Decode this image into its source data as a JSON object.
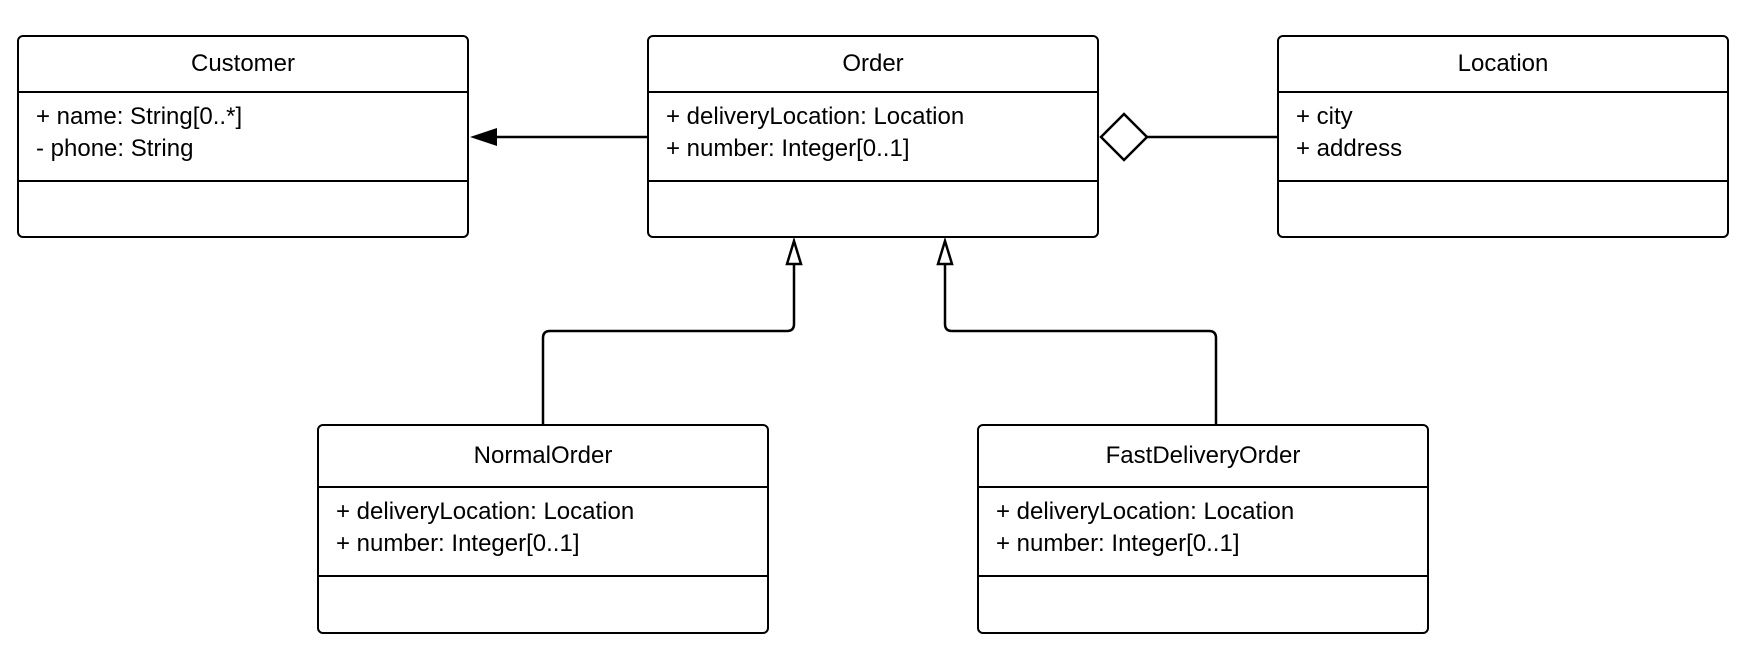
{
  "diagram": {
    "classes": [
      {
        "id": "customer",
        "name": "Customer",
        "attributes": [
          "+ name: String[0..*]",
          "- phone: String"
        ],
        "operations": []
      },
      {
        "id": "order",
        "name": "Order",
        "attributes": [
          "+ deliveryLocation: Location",
          "+ number: Integer[0..1]"
        ],
        "operations": []
      },
      {
        "id": "location",
        "name": "Location",
        "attributes": [
          "+ city",
          "+ address"
        ],
        "operations": []
      },
      {
        "id": "normal_order",
        "name": "NormalOrder",
        "attributes": [
          "+ deliveryLocation: Location",
          "+ number: Integer[0..1]"
        ],
        "operations": []
      },
      {
        "id": "fast_delivery_order",
        "name": "FastDeliveryOrder",
        "attributes": [
          "+ deliveryLocation: Location",
          "+ number: Integer[0..1]"
        ],
        "operations": []
      }
    ],
    "relationships": [
      {
        "type": "association",
        "from": "Order",
        "to": "Customer",
        "navigable_end": "Customer"
      },
      {
        "type": "aggregation",
        "whole": "Order",
        "part": "Location"
      },
      {
        "type": "generalization",
        "child": "NormalOrder",
        "parent": "Order"
      },
      {
        "type": "generalization",
        "child": "FastDeliveryOrder",
        "parent": "Order"
      }
    ],
    "line_color": "#000000",
    "box_fill": "#ffffff"
  }
}
